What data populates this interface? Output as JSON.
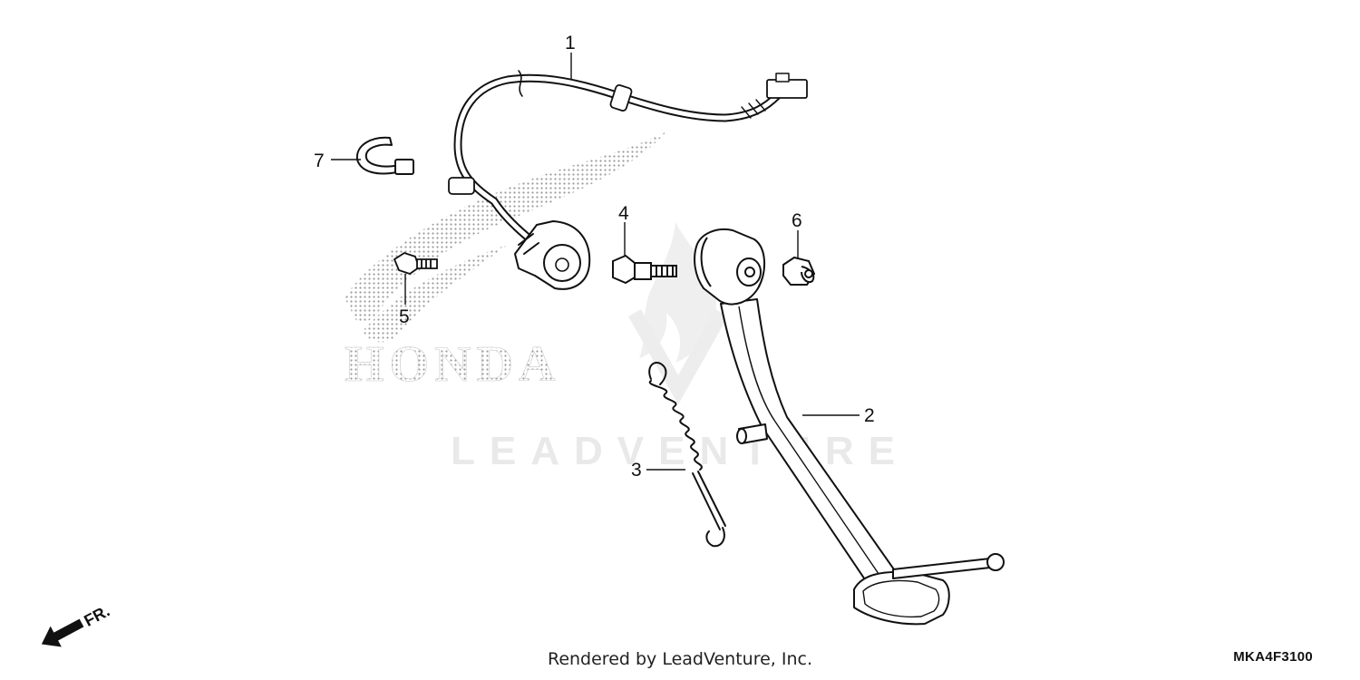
{
  "diagram": {
    "watermark": "LEADVENTURE",
    "brand_watermark": "HONDA",
    "callouts": [
      {
        "id": "1",
        "label": "1"
      },
      {
        "id": "2",
        "label": "2"
      },
      {
        "id": "3",
        "label": "3"
      },
      {
        "id": "4",
        "label": "4"
      },
      {
        "id": "5",
        "label": "5"
      },
      {
        "id": "6",
        "label": "6"
      },
      {
        "id": "7",
        "label": "7"
      }
    ],
    "direction_label": "FR.",
    "footer": "Rendered by LeadVenture, Inc.",
    "diagram_code": "MKA4F3100"
  }
}
